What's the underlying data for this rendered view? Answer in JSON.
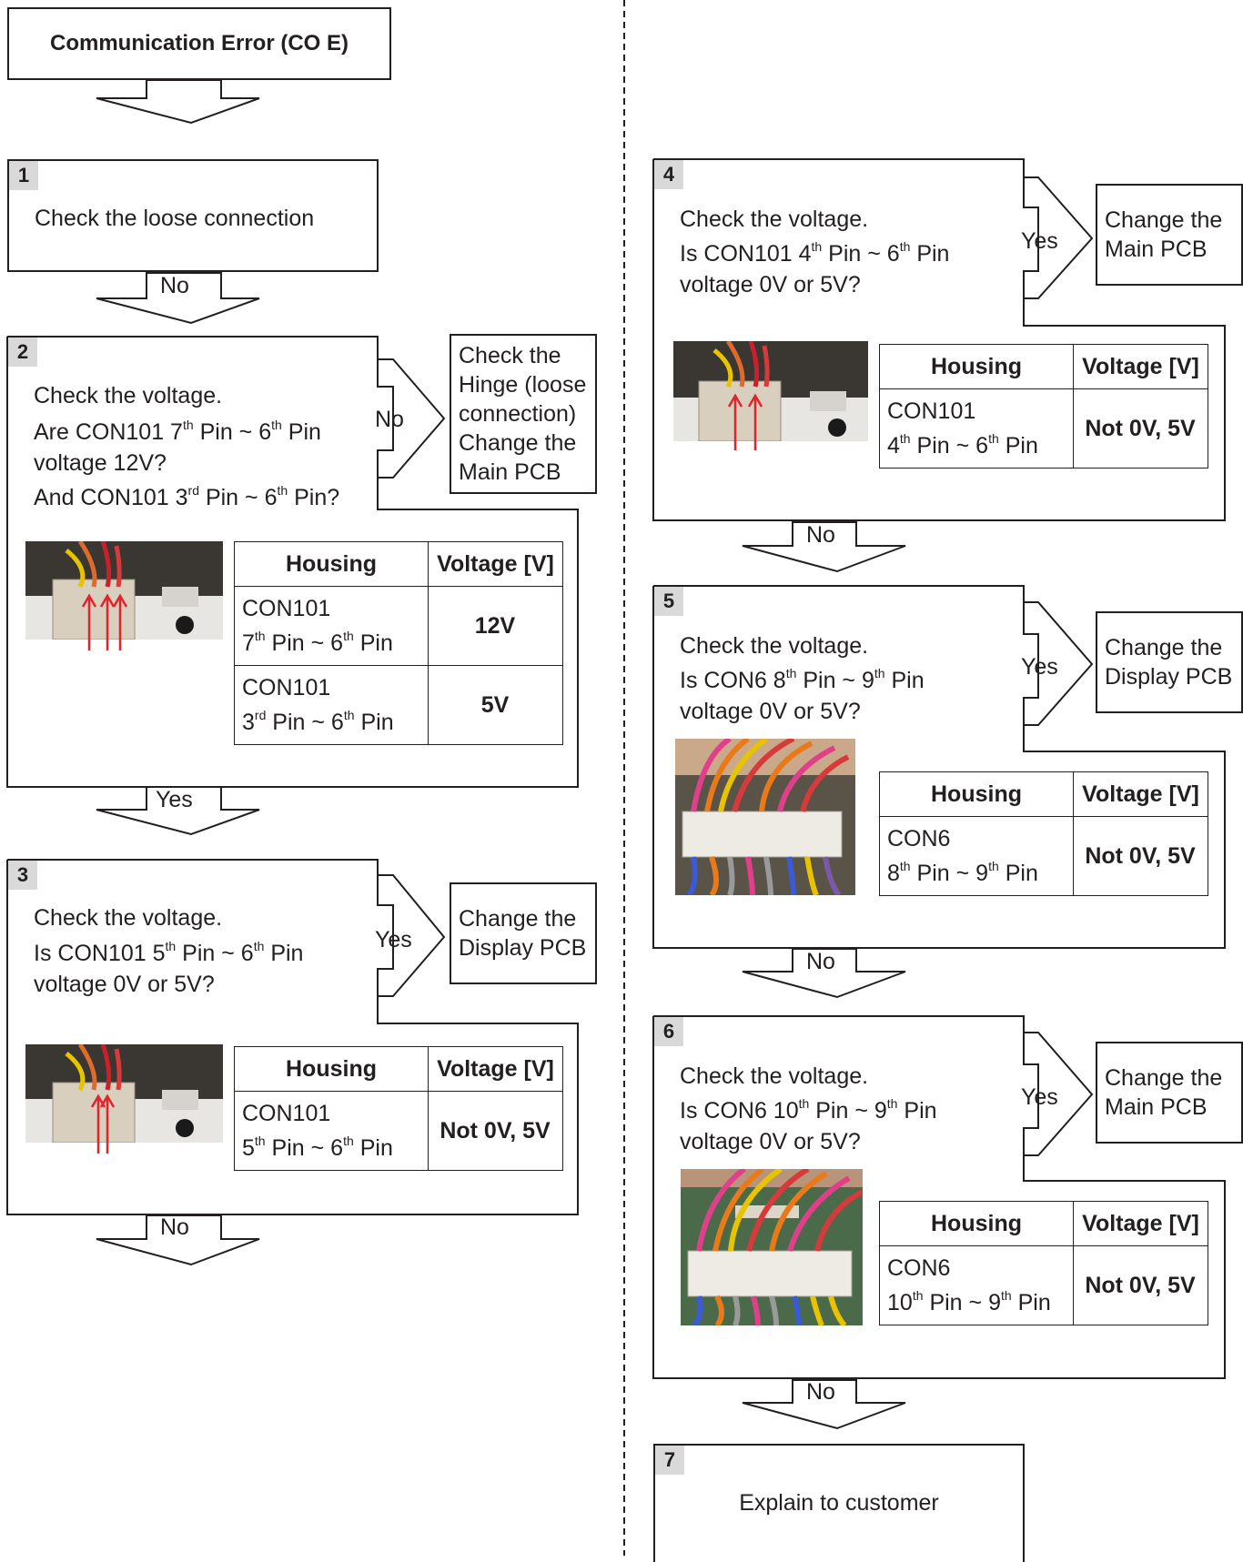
{
  "start": {
    "title": "Communication Error (CO E)"
  },
  "steps": [
    {
      "number": "1",
      "lines": [
        "Check the loose connection"
      ]
    },
    {
      "number": "2",
      "line1": "Check the voltage.",
      "line2": {
        "a": "Are CON101 7",
        "s1": "th",
        "b": " Pin ~ 6",
        "s2": "th",
        "c": " Pin"
      },
      "line3": "voltage 12V?",
      "line4": {
        "a": "And CON101 3",
        "s1": "rd",
        "b": " Pin ~ 6",
        "s2": "th",
        "c": " Pin?"
      },
      "branch_label": "No",
      "result": [
        "Check the",
        "Hinge (loose",
        "connection)",
        "Change the",
        "Main PCB"
      ],
      "table": {
        "headers": [
          "Housing",
          "Voltage [V]"
        ],
        "rows": [
          {
            "housing": "CON101",
            "pin_a": "7",
            "sup_a": "th",
            "mid": " Pin ~ 6",
            "sup_b": "th",
            "end": " Pin",
            "voltage": "12V"
          },
          {
            "housing": "CON101",
            "pin_a": "3",
            "sup_a": "rd",
            "mid": " Pin ~ 6",
            "sup_b": "th",
            "end": " Pin",
            "voltage": "5V"
          }
        ]
      }
    },
    {
      "number": "3",
      "line1": "Check the voltage.",
      "line2": {
        "a": "Is CON101 5",
        "s1": "th",
        "b": " Pin ~ 6",
        "s2": "th",
        "c": " Pin"
      },
      "line3": "voltage 0V or 5V?",
      "branch_label": "Yes",
      "result": [
        "Change the",
        "Display PCB"
      ],
      "table": {
        "headers": [
          "Housing",
          "Voltage [V]"
        ],
        "rows": [
          {
            "housing": "CON101",
            "pin_a": "5",
            "sup_a": "th",
            "mid": " Pin ~ 6",
            "sup_b": "th",
            "end": " Pin",
            "voltage": "Not 0V, 5V"
          }
        ]
      }
    },
    {
      "number": "4",
      "line1": "Check the voltage.",
      "line2": {
        "a": "Is CON101 4",
        "s1": "th",
        "b": " Pin ~ 6",
        "s2": "th",
        "c": " Pin"
      },
      "line3": "voltage 0V or 5V?",
      "branch_label": "Yes",
      "result": [
        "Change the",
        "Main PCB"
      ],
      "table": {
        "headers": [
          "Housing",
          "Voltage [V]"
        ],
        "rows": [
          {
            "housing": "CON101",
            "pin_a": "4",
            "sup_a": "th",
            "mid": " Pin ~ 6",
            "sup_b": "th",
            "end": " Pin",
            "voltage": "Not 0V, 5V"
          }
        ]
      }
    },
    {
      "number": "5",
      "line1": "Check the voltage.",
      "line2": {
        "a": "Is CON6 8",
        "s1": "th",
        "b": " Pin ~ 9",
        "s2": "th",
        "c": " Pin"
      },
      "line3": "voltage 0V or 5V?",
      "branch_label": "Yes",
      "result": [
        "Change the",
        "Display PCB"
      ],
      "table": {
        "headers": [
          "Housing",
          "Voltage [V]"
        ],
        "rows": [
          {
            "housing": "CON6",
            "pin_a": "8",
            "sup_a": "th",
            "mid": " Pin ~ 9",
            "sup_b": "th",
            "end": " Pin",
            "voltage": "Not 0V, 5V"
          }
        ]
      }
    },
    {
      "number": "6",
      "line1": "Check the voltage.",
      "line2": {
        "a": "Is CON6 10",
        "s1": "th",
        "b": " Pin ~ 9",
        "s2": "th",
        "c": " Pin"
      },
      "line3": "voltage 0V or 5V?",
      "branch_label": "Yes",
      "result": [
        "Change the",
        "Main PCB"
      ],
      "table": {
        "headers": [
          "Housing",
          "Voltage [V]"
        ],
        "rows": [
          {
            "housing": "CON6",
            "pin_a": "10",
            "sup_a": "th",
            "mid": " Pin ~ 9",
            "sup_b": "th",
            "end": " Pin",
            "voltage": "Not 0V, 5V"
          }
        ]
      }
    },
    {
      "number": "7",
      "lines": [
        "Explain to customer"
      ]
    }
  ],
  "flow_labels": {
    "after_1": "No",
    "after_2": "Yes",
    "after_3": "No",
    "after_4": "No",
    "after_5": "No",
    "after_6": "No"
  },
  "colors": {
    "ink": "#231f20",
    "number_bg": "#d9d9d9",
    "arrow_red": "#e0242a"
  }
}
